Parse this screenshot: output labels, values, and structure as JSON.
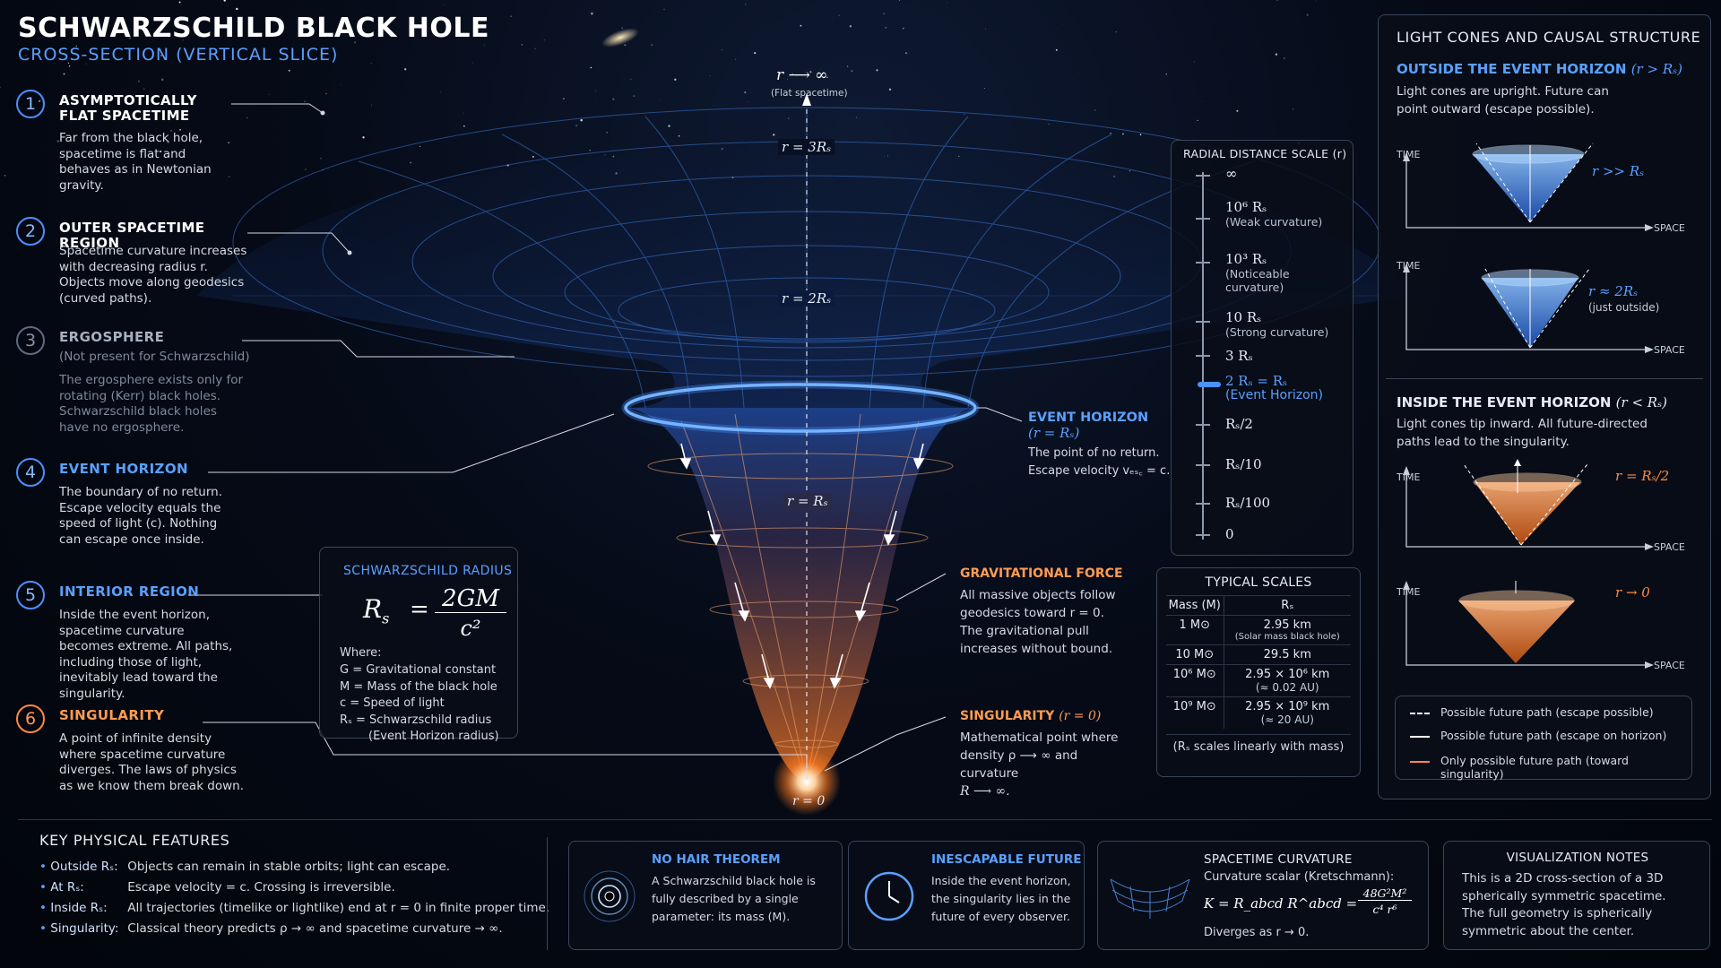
{
  "header": {
    "title": "SCHWARZSCHILD BLACK HOLE",
    "subtitle": "CROSS-SECTION (VERTICAL SLICE)"
  },
  "items": [
    {
      "num": "1",
      "title": "ASYMPTOTICALLY FLAT SPACETIME",
      "text": "Far from the black hole, spacetime is flat and behaves as in Newtonian gravity."
    },
    {
      "num": "2",
      "title": "OUTER SPACETIME REGION",
      "text": "Spacetime curvature increases with decreasing radius r. Objects move along geodesics (curved paths)."
    },
    {
      "num": "3",
      "title": "ERGOSPHERE",
      "sub": "(Not present for Schwarzschild)",
      "text": "The ergosphere exists only for rotating (Kerr) black holes. Schwarzschild black holes have no ergosphere."
    },
    {
      "num": "4",
      "title": "EVENT HORIZON",
      "text": "The boundary of no return. Escape velocity equals the speed of light (c). Nothing can escape once inside."
    },
    {
      "num": "5",
      "title": "INTERIOR REGION",
      "text": "Inside the event horizon, spacetime curvature becomes extreme. All paths, including those of light, inevitably lead toward the singularity."
    },
    {
      "num": "6",
      "title": "SINGULARITY",
      "text": "A point of infinite density where spacetime curvature diverges. The laws of physics as we know them break down."
    }
  ],
  "radius_box": {
    "title": "SCHWARZSCHILD RADIUS",
    "formula_lhs": "R",
    "formula_lhs_sub": "s",
    "formula_eq": "=",
    "formula_num": "2GM",
    "formula_den": "c²",
    "where": "Where:",
    "defs": [
      "G = Gravitational constant",
      "M = Mass of the black hole",
      "c = Speed of light",
      "Rₛ = Schwarzschild radius"
    ],
    "defs_note": "(Event Horizon radius)"
  },
  "axis_labels": {
    "inf": "r ⟶ ∞",
    "flat": "(Flat spacetime)",
    "r3": "r = 3Rₛ",
    "r2": "r = 2Rₛ",
    "r1": "r = Rₛ",
    "r0": "r = 0"
  },
  "annotations": {
    "eh_title": "EVENT HORIZON",
    "eh_sub": "(r = Rₛ)",
    "eh_text1": "The point of no return.",
    "eh_text2": "Escape velocity vₑₛ꜀ = c.",
    "gf_title": "GRAVITATIONAL FORCE",
    "gf_text": "All massive objects follow geodesics toward r = 0. The gravitational pull increases without bound.",
    "sing_title": "SINGULARITY",
    "sing_sub": "(r = 0)",
    "sing_text1": "Mathematical point where",
    "sing_text2": "density ρ ⟶ ∞ and curvature",
    "sing_text3": "R ⟶ ∞."
  },
  "scale": {
    "title": "RADIAL DISTANCE SCALE (r)",
    "items": [
      {
        "label": "∞",
        "note": ""
      },
      {
        "label": "10⁶ Rₛ",
        "note": "(Weak curvature)"
      },
      {
        "label": "10³ Rₛ",
        "note": "(Noticeable curvature)"
      },
      {
        "label": "10 Rₛ",
        "note": "(Strong curvature)"
      },
      {
        "label": "3 Rₛ",
        "note": ""
      },
      {
        "label": "2 Rₛ = Rₛ",
        "note": "(Event Horizon)"
      },
      {
        "label": "Rₛ/2",
        "note": ""
      },
      {
        "label": "Rₛ/10",
        "note": ""
      },
      {
        "label": "Rₛ/100",
        "note": ""
      },
      {
        "label": "0",
        "note": ""
      }
    ]
  },
  "typical": {
    "title": "TYPICAL SCALES",
    "col1": "Mass (M)",
    "col2": "Rₛ",
    "rows": [
      {
        "mass": "1 M⊙",
        "rs": "2.95 km",
        "note": "(Solar mass black hole)"
      },
      {
        "mass": "10 M⊙",
        "rs": "29.5 km",
        "note": ""
      },
      {
        "mass": "10⁶ M⊙",
        "rs": "2.95 × 10⁶ km",
        "note": "(≈ 0.02 AU)"
      },
      {
        "mass": "10⁹ M⊙",
        "rs": "2.95 × 10⁹ km",
        "note": "(≈ 20 AU)"
      }
    ],
    "footer": "(Rₛ scales linearly with mass)"
  },
  "cones": {
    "title": "LIGHT CONES AND CAUSAL STRUCTURE",
    "outside_title": "OUTSIDE THE EVENT HORIZON",
    "outside_cond": "(r > Rₛ)",
    "outside_text": "Light cones are upright. Future can point outward (escape possible).",
    "inside_title": "INSIDE THE EVENT HORIZON",
    "inside_cond": "(r < Rₛ)",
    "inside_text": "Light cones tip inward. All future-directed paths lead to the singularity.",
    "time": "TIME",
    "space": "SPACE",
    "c1_label": "r >> Rₛ",
    "c2_label": "r ≈ 2Rₛ",
    "c2_note": "(just outside)",
    "c3_label": "r = Rₛ/2",
    "c4_label": "r → 0",
    "legend": [
      "Possible future path (escape possible)",
      "Possible future path (escape on horizon)",
      "Only possible future path (toward singularity)"
    ]
  },
  "features": {
    "title": "KEY PHYSICAL FEATURES",
    "rows": [
      {
        "k": "Outside Rₛ:",
        "v": "Objects can remain in stable orbits; light can escape."
      },
      {
        "k": "At Rₛ:",
        "v": "Escape velocity = c. Crossing is irreversible."
      },
      {
        "k": "Inside Rₛ:",
        "v": "All trajectories (timelike or lightlike) end at r = 0 in finite proper time."
      },
      {
        "k": "Singularity:",
        "v": "Classical theory predicts ρ → ∞ and spacetime curvature → ∞."
      }
    ]
  },
  "cards": {
    "nohair_title": "NO HAIR THEOREM",
    "nohair_text": "A Schwarzschild black hole is fully described by a single parameter: its mass (M).",
    "future_title": "INESCAPABLE FUTURE",
    "future_text": "Inside the event horizon, the singularity lies in the future of every observer.",
    "curv_title": "SPACETIME CURVATURE",
    "curv_sub": "Curvature scalar (Kretschmann):",
    "curv_lhs": "K = R_abcd R^abcd =",
    "curv_num": "48G²M²",
    "curv_den": "c⁴ r⁶",
    "curv_note": "Diverges as r → 0.",
    "viz_title": "VISUALIZATION NOTES",
    "viz_text": "This is a 2D cross-section of a 3D spherically symmetric spacetime. The full geometry is spherically symmetric about the center."
  },
  "colors": {
    "accent_blue": "#5aa0ff",
    "accent_orange": "#ff8a3d",
    "panel_border": "#3b4658"
  }
}
